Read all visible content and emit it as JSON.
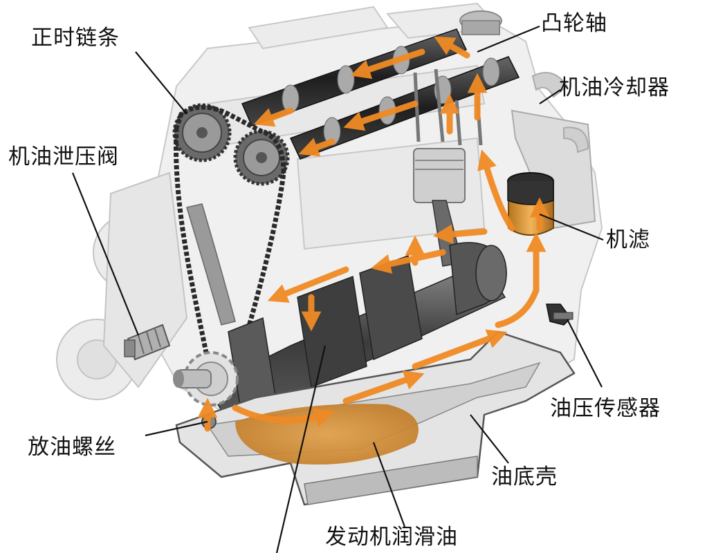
{
  "labels": {
    "timing_chain": "正时链条",
    "camshaft": "凸轮轴",
    "oil_cooler": "机油冷却器",
    "oil_relief_valve": "机油泄压阀",
    "oil_filter": "机滤",
    "oil_pressure_sensor": "油压传感器",
    "drain_plug": "放油螺丝",
    "oil_pan": "油底壳",
    "engine_oil": "发动机润滑油"
  },
  "colors": {
    "oil_flow": "#f08a24",
    "oil_pool": "#d89640",
    "metal_light": "#e6e6e6",
    "metal_dark": "#4a4a4a",
    "leader_line": "#111111"
  }
}
